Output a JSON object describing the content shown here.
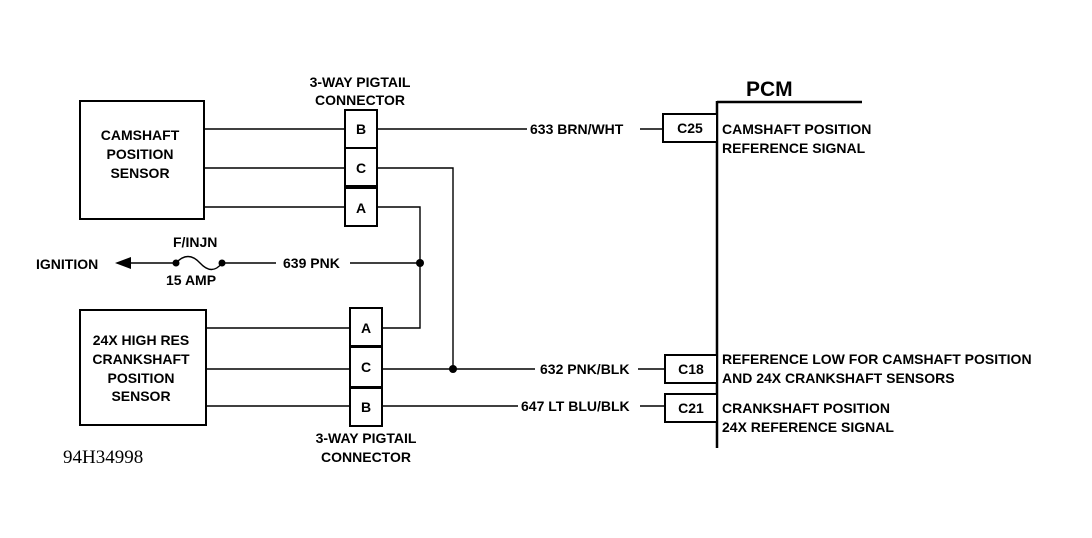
{
  "camshaft_sensor": {
    "line1": "CAMSHAFT",
    "line2": "POSITION",
    "line3": "SENSOR"
  },
  "crankshaft_sensor": {
    "line1": "24X HIGH RES",
    "line2": "CRANKSHAFT",
    "line3": "POSITION",
    "line4": "SENSOR"
  },
  "top_connector": {
    "title1": "3-WAY PIGTAIL",
    "title2": "CONNECTOR",
    "pins": [
      "B",
      "C",
      "A"
    ]
  },
  "bottom_connector": {
    "title1": "3-WAY PIGTAIL",
    "title2": "CONNECTOR",
    "pins": [
      "A",
      "C",
      "B"
    ]
  },
  "ignition": {
    "label": "IGNITION",
    "fuse_name": "F/INJN",
    "fuse_rating": "15 AMP",
    "wire": "639 PNK"
  },
  "wires": {
    "w633": "633 BRN/WHT",
    "w632": "632 PNK/BLK",
    "w647": "647 LT BLU/BLK"
  },
  "pcm": {
    "title": "PCM",
    "pins": [
      {
        "id": "C25",
        "desc1": "CAMSHAFT POSITION",
        "desc2": "REFERENCE SIGNAL"
      },
      {
        "id": "C18",
        "desc1": "REFERENCE LOW FOR CAMSHAFT POSITION",
        "desc2": "AND 24X CRANKSHAFT SENSORS"
      },
      {
        "id": "C21",
        "desc1": "CRANKSHAFT POSITION",
        "desc2": "24X REFERENCE SIGNAL"
      }
    ]
  },
  "figure_id": "94H34998"
}
